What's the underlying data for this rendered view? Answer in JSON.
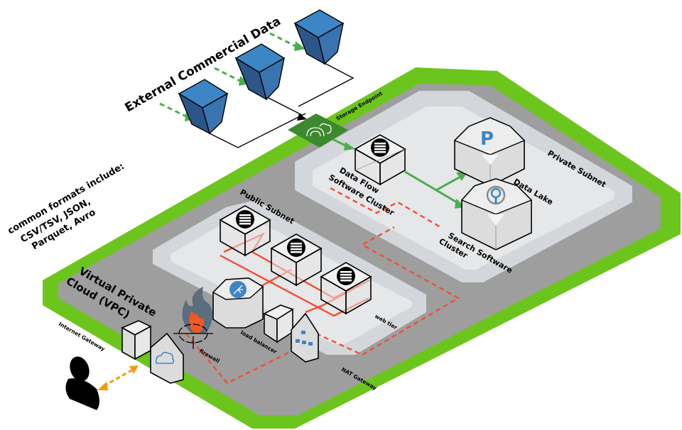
{
  "title_labels": {
    "external_data": "External Commercial Data",
    "formats_line1": "common formats include:",
    "formats_line2": "CSV/TSV, JSON,",
    "formats_line3": "Parquet, Avro"
  },
  "vpc": {
    "label_line1": "Virtual Private",
    "label_line2": "Cloud (VPC)"
  },
  "subnets": {
    "public": "Public Subnet",
    "private": "Private Subnet"
  },
  "components": {
    "storage_endpoint": "Storage Endpoint",
    "data_flow_line1": "Data Flow",
    "data_flow_line2": "Software Cluster",
    "data_lake": "Data Lake",
    "search_line1": "Search Software",
    "search_line2": "Cluster",
    "web_tier": "web tier",
    "load_balancer": "load balancer",
    "firewall": "firewall",
    "internet_gateway": "Internet Gateway",
    "nat_gateway": "NAT Gateway"
  },
  "icons": {
    "bucket": "storage-bucket-icon",
    "endpoint": "storage-endpoint-icon",
    "server": "server-rack-icon",
    "parquet": "parquet-p-icon",
    "search": "search-cluster-icon",
    "load_balancer": "load-balancer-icon",
    "network": "network-hierarchy-icon",
    "cloud": "cloud-icon",
    "firewall": "flame-icon",
    "user": "user-icon"
  },
  "colors": {
    "vpc_border": "#6cc51c",
    "vpc_fill": "#9e9e9e",
    "subnet_outer": "#d3d6da",
    "subnet_inner": "#e6e7e9",
    "bucket_dark": "#2b5687",
    "bucket_light": "#3d86c6",
    "endpoint": "#3d8a2e",
    "flow_green": "#4cae4f",
    "private_link_red": "#f04e37",
    "user_link_orange": "#f59a0f",
    "icon_blue": "#3d86c6"
  }
}
